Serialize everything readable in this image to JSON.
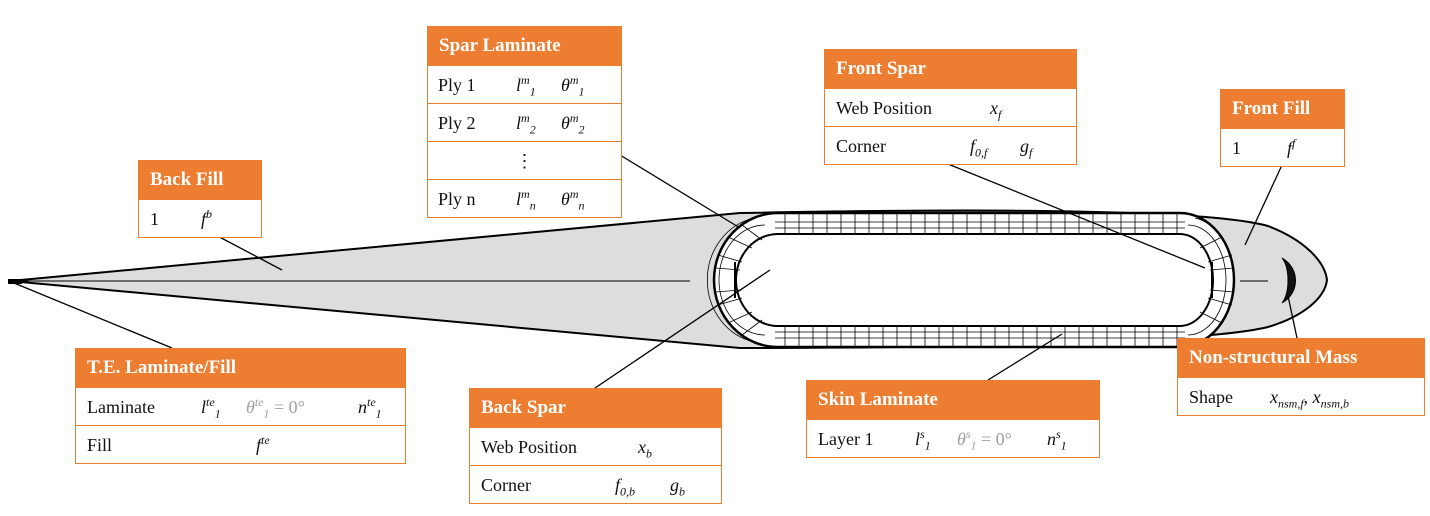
{
  "colors": {
    "header": "#ED7D31",
    "airfoil_fill": "#dddddd",
    "outline": "#000000",
    "faded": "#a0a0a0"
  },
  "spar_laminate": {
    "title": "Spar Laminate",
    "rows": [
      {
        "label": "Ply 1",
        "l_base": "l",
        "l_sub": "1",
        "l_sup": "m",
        "t_base": "θ",
        "t_sub": "1",
        "t_sup": "m"
      },
      {
        "label": "Ply 2",
        "l_base": "l",
        "l_sub": "2",
        "l_sup": "m",
        "t_base": "θ",
        "t_sub": "2",
        "t_sup": "m"
      },
      {
        "label": "Ply n",
        "l_base": "l",
        "l_sub": "n",
        "l_sup": "m",
        "t_base": "θ",
        "t_sub": "n",
        "t_sup": "m"
      }
    ],
    "ellipsis": "⋮"
  },
  "front_spar": {
    "title": "Front Spar",
    "web_label": "Web Position",
    "web_base": "x",
    "web_sub": "f",
    "corner_label": "Corner",
    "corner_f": "f",
    "corner_f_sub": "0,f",
    "corner_g": "g",
    "corner_g_sub": "f"
  },
  "front_fill": {
    "title": "Front Fill",
    "index": "1",
    "var": "f",
    "var_sup": "f"
  },
  "back_fill": {
    "title": "Back Fill",
    "index": "1",
    "var": "f",
    "var_sup": "b"
  },
  "te": {
    "title": "T.E. Laminate/Fill",
    "laminate_label": "Laminate",
    "l": "l",
    "l_sub": "1",
    "l_sup": "te",
    "theta": "θ",
    "theta_sub": "1",
    "theta_sup": "te",
    "theta_eq": " = 0°",
    "n": "n",
    "n_sub": "1",
    "n_sup": "te",
    "fill_label": "Fill",
    "fill": "f",
    "fill_sup": "te"
  },
  "back_spar": {
    "title": "Back Spar",
    "web_label": "Web Position",
    "web_base": "x",
    "web_sub": "b",
    "corner_label": "Corner",
    "corner_f": "f",
    "corner_f_sub": "0,b",
    "corner_g": "g",
    "corner_g_sub": "b"
  },
  "skin": {
    "title": "Skin Laminate",
    "label": "Layer 1",
    "l": "l",
    "l_sub": "1",
    "l_sup": "s",
    "theta": "θ",
    "theta_sub": "1",
    "theta_sup": "s",
    "theta_eq": " = 0°",
    "n": "n",
    "n_sub": "1",
    "n_sup": "s"
  },
  "nsm": {
    "title": "Non-structural Mass",
    "label": "Shape",
    "x1": "x",
    "x1_sub": "nsm,f",
    "sep": ", ",
    "x2": "x",
    "x2_sub": "nsm,b"
  }
}
